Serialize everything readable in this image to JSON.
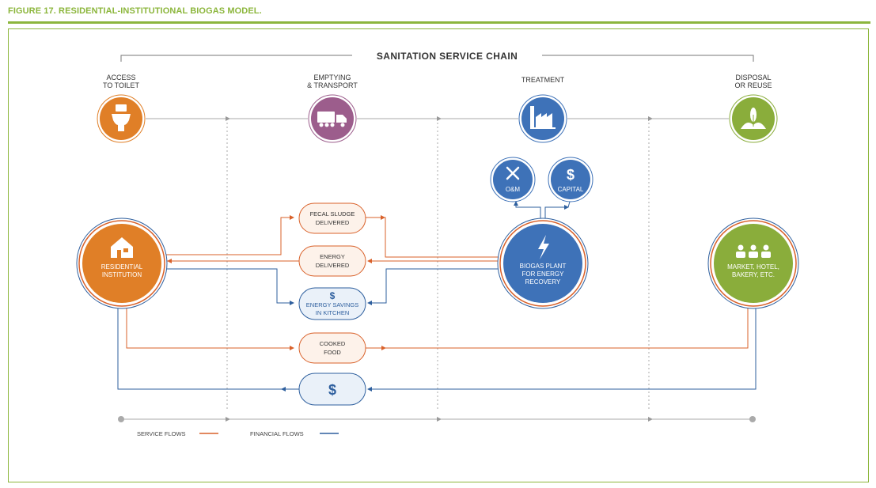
{
  "figure_title": "FIGURE 17. RESIDENTIAL-INSTITUTIONAL BIOGAS MODEL.",
  "chain_title": "SANITATION SERVICE CHAIN",
  "stages": [
    {
      "line1": "ACCESS",
      "line2": "TO TOILET",
      "icon": "toilet-icon",
      "color": "#e07f27"
    },
    {
      "line1": "EMPTYING",
      "line2": "& TRANSPORT",
      "icon": "truck-icon",
      "color": "#9c5d8c"
    },
    {
      "line1": "TREATMENT",
      "line2": "",
      "icon": "factory-icon",
      "color": "#3e72b8"
    },
    {
      "line1": "DISPOSAL",
      "line2": "OR REUSE",
      "icon": "plant-icon",
      "color": "#8aad3b"
    }
  ],
  "actors": {
    "residential": {
      "line1": "RESIDENTIAL",
      "line2": "INSTITUTION",
      "icon": "house-icon",
      "color": "#e07f27"
    },
    "biogas": {
      "line1": "BIOGAS PLANT",
      "line2": "FOR ENERGY",
      "line3": "RECOVERY",
      "icon": "lightning-icon",
      "color": "#3e72b8"
    },
    "market": {
      "line1": "MARKET, HOTEL,",
      "line2": "BAKERY, ETC.",
      "icon": "people-icon",
      "color": "#8aad3b"
    }
  },
  "costs": [
    {
      "label": "O&M",
      "icon": "tools-icon"
    },
    {
      "label": "CAPITAL",
      "icon": "dollar-icon"
    }
  ],
  "flows": [
    {
      "line1": "FECAL SLUDGE",
      "line2": "DELIVERED",
      "type": "service"
    },
    {
      "line1": "ENERGY",
      "line2": "DELIVERED",
      "type": "service"
    },
    {
      "symbol": "$",
      "line1": "ENERGY SAVINGS",
      "line2": "IN KITCHEN",
      "type": "financial"
    },
    {
      "line1": "COOKED",
      "line2": "FOOD",
      "type": "service"
    },
    {
      "symbol": "$",
      "type": "financial"
    }
  ],
  "legend": {
    "service": "SERVICE FLOWS",
    "financial": "FINANCIAL FLOWS"
  },
  "colors": {
    "service": "#d9612a",
    "financial": "#2e5f9e",
    "accent": "#8cb63c",
    "pill_fill": "#fdf2ea",
    "pill_fill_blue": "#eaf1f9"
  }
}
